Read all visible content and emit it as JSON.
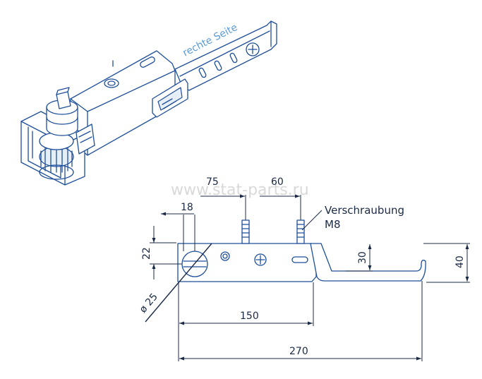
{
  "iso_view": {
    "label": "rechte Seite",
    "label_color": "#5a9bd5"
  },
  "watermark": "www.stat-parts.ru",
  "annotations": {
    "fastening_line1": "Verschraubung",
    "fastening_line2": "M8"
  },
  "dimensions": {
    "d75": "75",
    "d60": "60",
    "d18": "18",
    "d22": "22",
    "d30": "30",
    "d40": "40",
    "d150": "150",
    "d270": "270",
    "dia25": "ø 25"
  },
  "colors": {
    "part_outline": "#1e4f9a",
    "dimension_line": "#1b2a44"
  }
}
